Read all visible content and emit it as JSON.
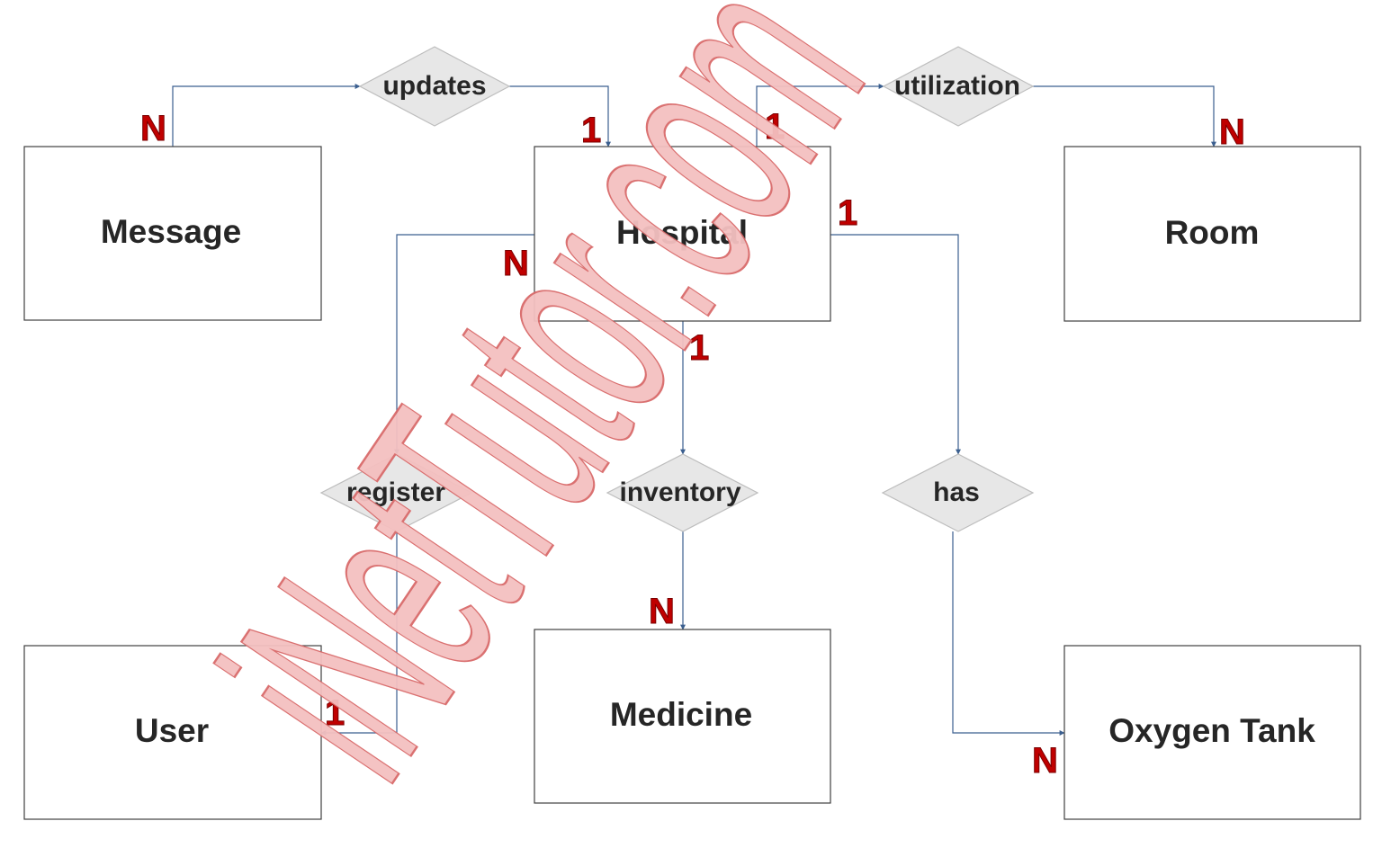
{
  "entities": {
    "message": "Message",
    "hospital": "Hospital",
    "room": "Room",
    "user": "User",
    "medicine": "Medicine",
    "oxygen_tank": "Oxygen Tank"
  },
  "relationships": {
    "updates": "updates",
    "utilization": "utilization",
    "register": "register",
    "inventory": "inventory",
    "has": "has"
  },
  "cardinalities": {
    "updates_message": "N",
    "updates_hospital": "1",
    "utilization_hospital": "1",
    "utilization_room": "N",
    "register_hospital": "N",
    "register_user": "1",
    "inventory_hospital": "1",
    "inventory_medicine": "N",
    "has_hospital": "1",
    "has_oxygen_tank": "N"
  },
  "watermark": "iNetTutor.com",
  "colors": {
    "connector": "#3b5f8f",
    "cardinality": "#c00000",
    "watermark_fill": "#f4c0c0",
    "watermark_stroke": "#d96a6a"
  }
}
